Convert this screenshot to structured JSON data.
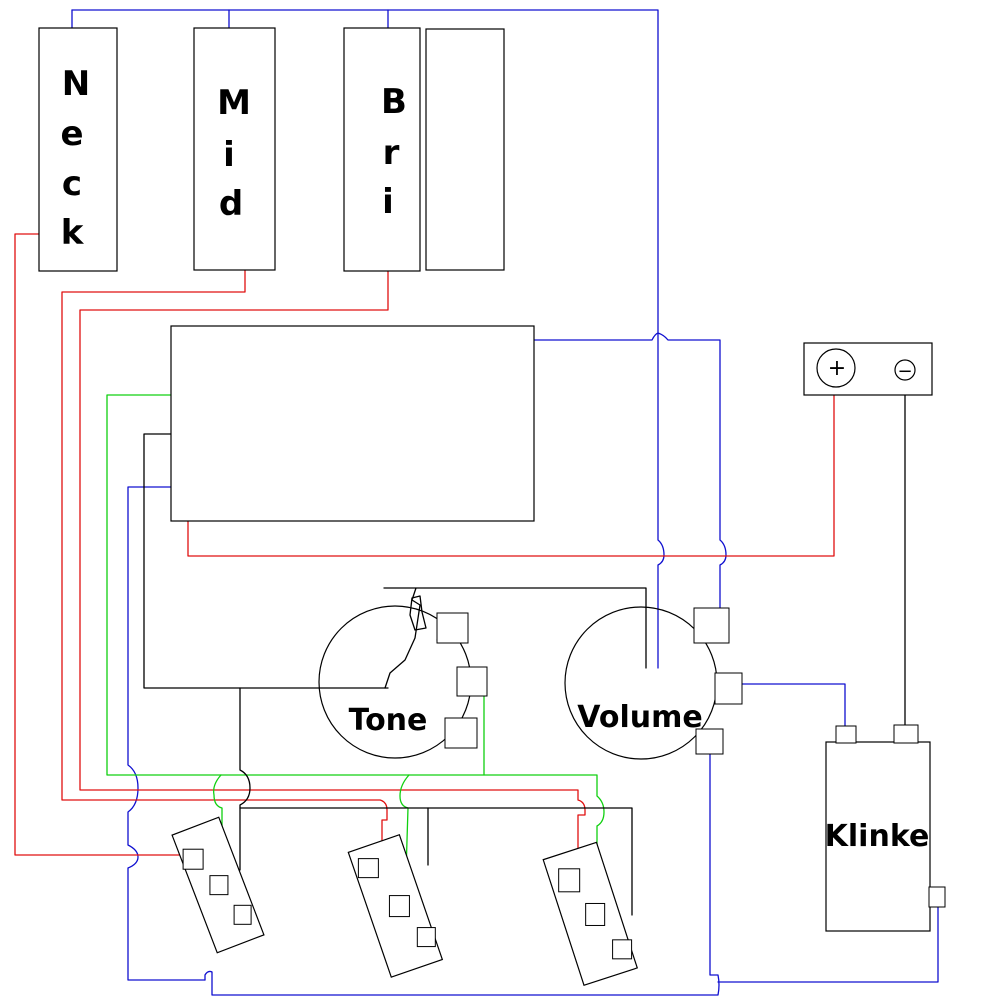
{
  "pickups": {
    "neck": {
      "letters": [
        "N",
        "e",
        "c",
        "k"
      ]
    },
    "mid": {
      "letters": [
        "M",
        "i",
        "d"
      ]
    },
    "bridge": {
      "letters": [
        "B",
        "r",
        "i"
      ]
    }
  },
  "knobs": {
    "tone": "Tone",
    "volume": "Volume"
  },
  "battery": {
    "plus": "+",
    "minus": "−"
  },
  "jack": {
    "label": "Klinke"
  },
  "colors": {
    "blue": "#1010d0",
    "red": "#e01010",
    "green": "#10d010",
    "black": "#000000"
  }
}
